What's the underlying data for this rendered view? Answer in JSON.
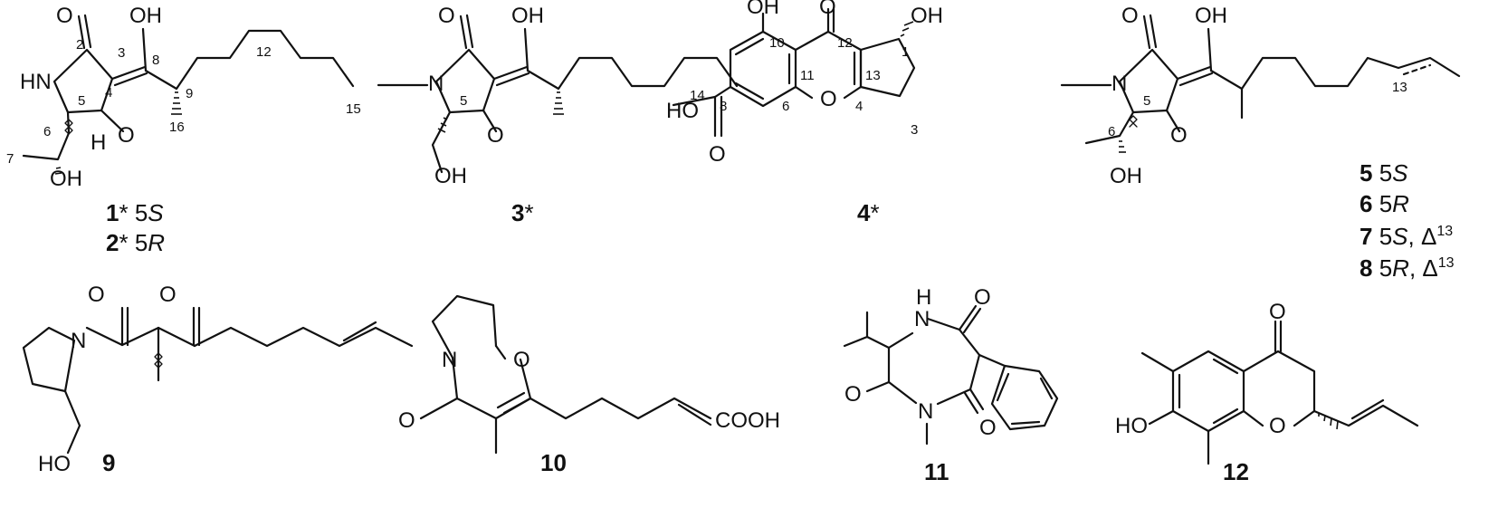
{
  "atoms": {
    "O": "O",
    "OH": "OH",
    "HN": "HN",
    "H": "H",
    "N": "N",
    "HO": "HO",
    "COOH": "COOH"
  },
  "atom_numbers": {
    "c1": {
      "n2": "2",
      "n3": "3",
      "n4": "4",
      "n5": "5",
      "n6": "6",
      "n7": "7",
      "n8": "8",
      "n9": "9",
      "n12": "12",
      "n15": "15",
      "n16": "16"
    },
    "c3": {
      "n5": "5"
    },
    "c4": {
      "n1": "1",
      "n3": "3",
      "n4": "4",
      "n6": "6",
      "n8": "8",
      "n10": "10",
      "n11": "11",
      "n12": "12",
      "n13": "13",
      "n14": "14"
    },
    "c5": {
      "n5": "5",
      "n6": "6",
      "n13": "13"
    }
  },
  "compound_labels": {
    "c1": {
      "number": "1",
      "mark": "*",
      "config": "5",
      "config_letter": "S"
    },
    "c2": {
      "number": "2",
      "mark": "*",
      "config": "5",
      "config_letter": "R"
    },
    "c3": {
      "number": "3",
      "mark": "*"
    },
    "c4": {
      "number": "4",
      "mark": "*"
    },
    "c5": {
      "number": "5",
      "config": "5",
      "config_letter": "S"
    },
    "c6": {
      "number": "6",
      "config": "5",
      "config_letter": "R"
    },
    "c7": {
      "number": "7",
      "config": "5",
      "config_letter": "S",
      "delta": ", Δ",
      "delta_sup": "13"
    },
    "c8": {
      "number": "8",
      "config": "5",
      "config_letter": "R",
      "delta": ", Δ",
      "delta_sup": "13"
    },
    "c9": {
      "number": "9"
    },
    "c10": {
      "number": "10"
    },
    "c11": {
      "number": "11"
    },
    "c12": {
      "number": "12"
    }
  }
}
